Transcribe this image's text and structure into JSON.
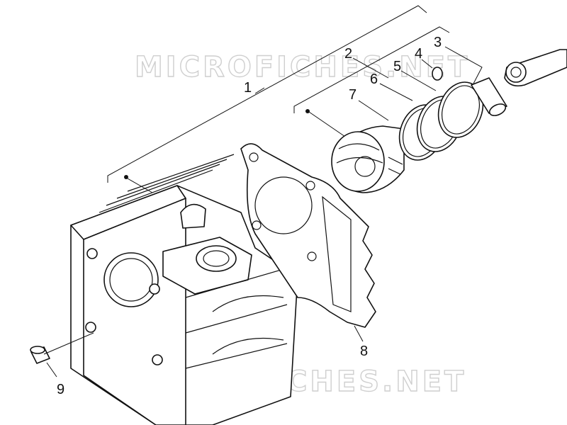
{
  "watermark": "MICROFICHES.NET",
  "callouts": [
    {
      "id": "1",
      "label": "1"
    },
    {
      "id": "2",
      "label": "2"
    },
    {
      "id": "3",
      "label": "3"
    },
    {
      "id": "4",
      "label": "4"
    },
    {
      "id": "5",
      "label": "5"
    },
    {
      "id": "6",
      "label": "6"
    },
    {
      "id": "7",
      "label": "7"
    },
    {
      "id": "8",
      "label": "8"
    },
    {
      "id": "9",
      "label": "9"
    }
  ]
}
